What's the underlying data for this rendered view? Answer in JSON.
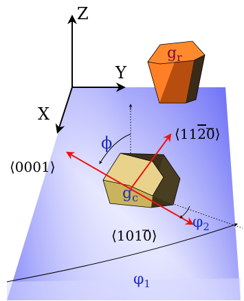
{
  "axes": {
    "z_label": "Z",
    "y_label": "Y",
    "x_label": "X"
  },
  "grains": {
    "reference_label_base": "g",
    "reference_label_sub": "r",
    "crystal_label_base": "g",
    "crystal_label_sub": "c"
  },
  "directions": {
    "c_axis": "⟨0001⟩",
    "a_axis": "⟨11",
    "a_axis_bar": "2",
    "a_axis_end": "0⟩",
    "m_axis": "⟨10",
    "m_axis_bar": "1",
    "m_axis_end": "0⟩"
  },
  "angles": {
    "phi": "ϕ",
    "phi1": "φ",
    "phi1_sub": "1",
    "phi2": "φ",
    "phi2_sub": "2"
  },
  "colors": {
    "plane_light": "#eef0ff",
    "plane_dark": "#5a5ef5",
    "direction_arrows": "#ee1111",
    "crystal_face": "#e9d38c",
    "crystal_side": "#3d3219",
    "reference_face": "#ff7f26",
    "reference_side": "#b84d10",
    "label_blue": "#1f2bbf",
    "reference_label": "#7a0a3c"
  }
}
